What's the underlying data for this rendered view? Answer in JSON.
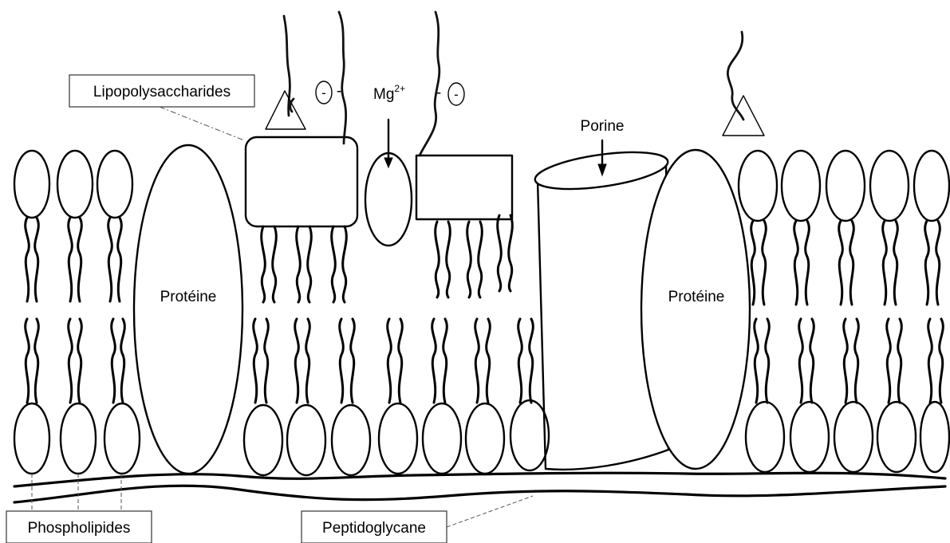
{
  "labels": {
    "lps": "Lipopolysaccharides",
    "phospholipids": "Phospholipides",
    "peptidoglycan": "Peptidoglycane",
    "protein_left": "Protéine",
    "protein_right": "Protéine",
    "porin": "Porine",
    "mg_base": "Mg",
    "mg_charge": "2+",
    "charge_sign": "-",
    "charge_symbol": "-"
  }
}
